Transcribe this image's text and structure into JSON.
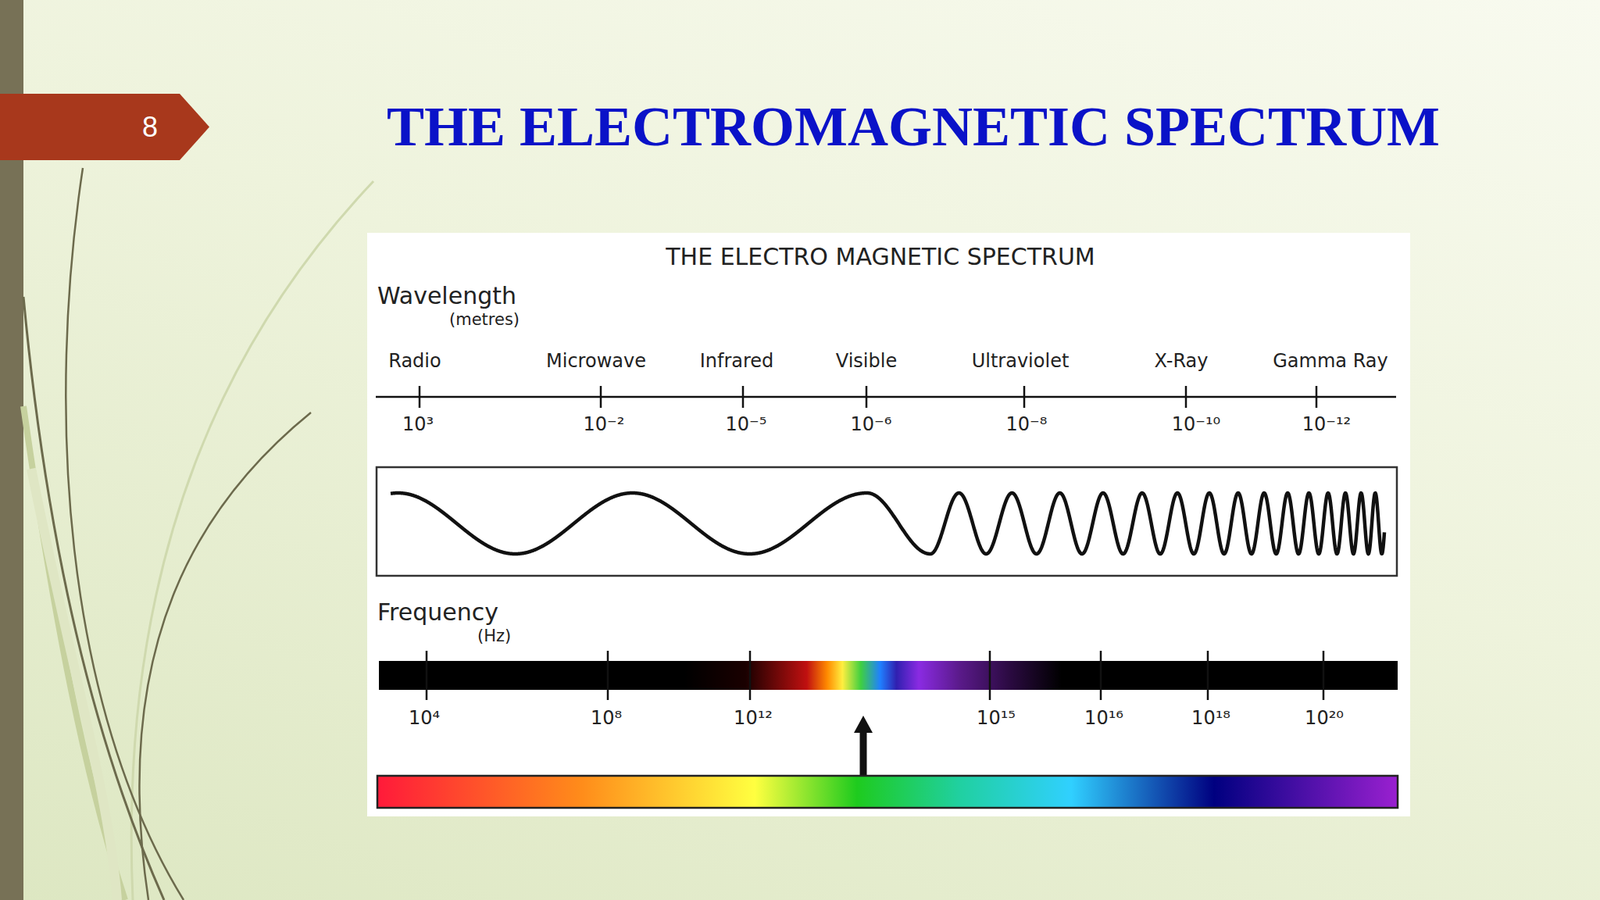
{
  "diagram": {
    "title": "THE ELECTROMAGNETIC SPECTRUM",
    "nodes": [
      {
        "text": [
          "8"
        ]
      }
    ],
    "labels": [
      "THE ELECTRO MAGNETIC SPECTRUM",
      "Wavelength",
      "(metres)",
      "Radio",
      "Microwave",
      "Infrared",
      "Visible",
      "Ultraviolet",
      "X-Ray",
      "Gamma Ray",
      "10³",
      "10⁻²",
      "10⁻⁵",
      "10⁻⁶",
      "10⁻⁸",
      "10⁻¹⁰",
      "10⁻¹²",
      "Frequency",
      "(Hz)",
      "10⁴",
      "10⁸",
      "10¹²",
      "10¹⁵",
      "10¹⁶",
      "10¹⁸",
      "10²⁰"
    ]
  }
}
